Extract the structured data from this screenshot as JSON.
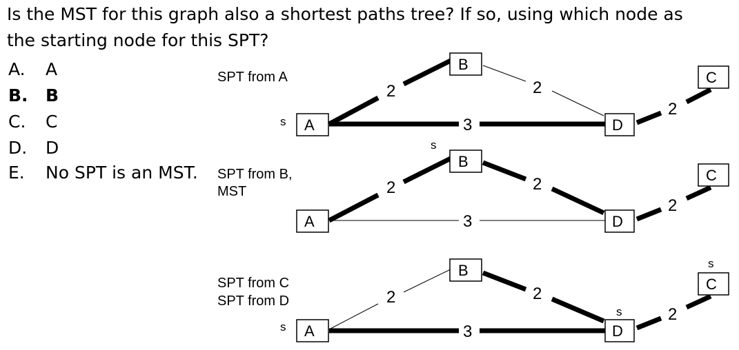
{
  "question": "Is the MST for this graph also a shortest paths tree? If so, using which node as the starting node for this SPT?",
  "options": [
    {
      "letter": "A.",
      "text": "A",
      "bold": false
    },
    {
      "letter": "B.",
      "text": "B",
      "bold": true
    },
    {
      "letter": "C.",
      "text": "C",
      "bold": false
    },
    {
      "letter": "D.",
      "text": "D",
      "bold": false
    },
    {
      "letter": "E.",
      "text": "No SPT is an MST.",
      "bold": false
    }
  ],
  "graphs": [
    {
      "labels": [
        "SPT from A"
      ],
      "source": "A",
      "nodes": {
        "A": "A",
        "B": "B",
        "C": "C",
        "D": "D"
      },
      "edges": {
        "AB": {
          "weight": "2",
          "bold": true
        },
        "BD": {
          "weight": "2",
          "bold": false
        },
        "AD": {
          "weight": "3",
          "bold": true
        },
        "DC": {
          "weight": "2",
          "bold": true
        }
      }
    },
    {
      "labels": [
        "SPT from B,",
        "MST"
      ],
      "source": "B",
      "nodes": {
        "A": "A",
        "B": "B",
        "C": "C",
        "D": "D"
      },
      "edges": {
        "AB": {
          "weight": "2",
          "bold": true
        },
        "BD": {
          "weight": "2",
          "bold": true
        },
        "AD": {
          "weight": "3",
          "bold": false
        },
        "DC": {
          "weight": "2",
          "bold": true
        }
      }
    },
    {
      "labels": [
        "SPT from C",
        "SPT from D"
      ],
      "sources": [
        "A",
        "C",
        "D"
      ],
      "nodes": {
        "A": "A",
        "B": "B",
        "C": "C",
        "D": "D"
      },
      "edges": {
        "AB": {
          "weight": "2",
          "bold": false
        },
        "BD": {
          "weight": "2",
          "bold": true
        },
        "AD": {
          "weight": "3",
          "bold": true
        },
        "DC": {
          "weight": "2",
          "bold": true
        }
      }
    }
  ],
  "source_marker": "s"
}
